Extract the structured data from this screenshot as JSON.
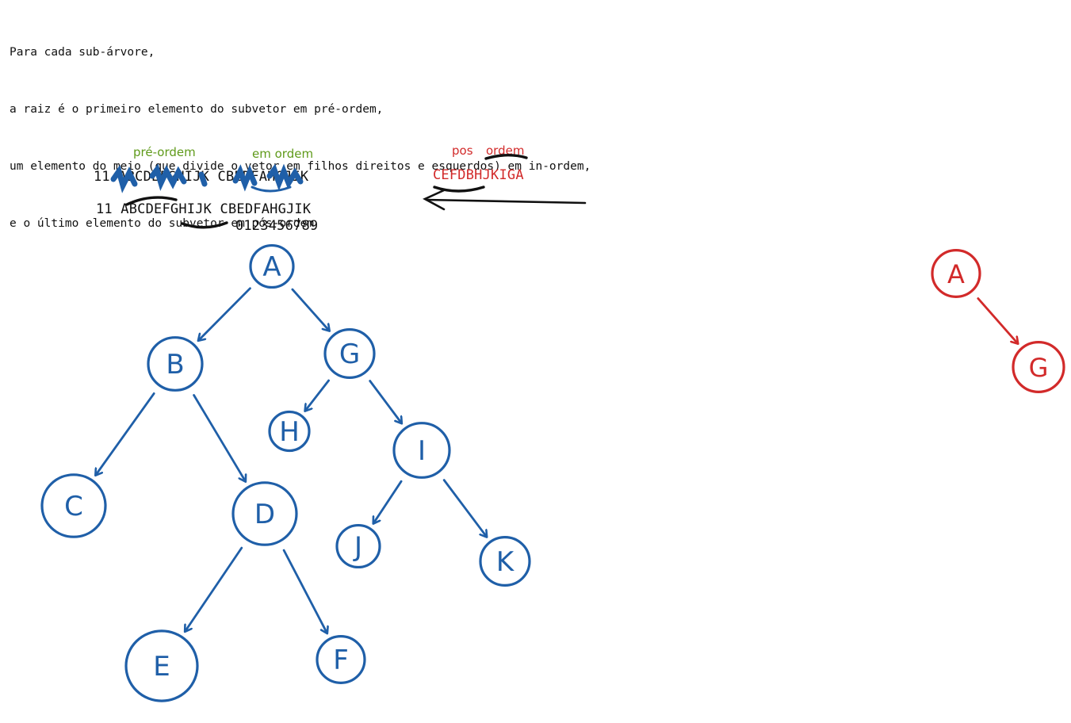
{
  "intro": {
    "lines": [
      "Para cada sub-árvore,",
      "a raiz é o primeiro elemento do subvetor em pré-ordem,",
      "um elemento do meio (que divide o vetor em filhos direitos e esquerdos) em in-ordem,",
      "e o último elemento do subvetor em pós-ordem"
    ]
  },
  "headers": {
    "preorder": "pré-ordem",
    "inorder": "em ordem",
    "postorder_a": "pos",
    "postorder_b": "ordem"
  },
  "sequences": {
    "row1": "11 ABCDEFGHIJK CBEDFAHGJIK",
    "row2": "11 ABCDEFGHIJK CBEDFAHGJIK",
    "indices": "0123456789",
    "postorder": "CEFDBHJKIGA"
  },
  "colors": {
    "blue": "#1f5fa8",
    "red": "#d22a2a",
    "green": "#5f9a1a",
    "ink": "#111111"
  },
  "tree": {
    "nodes": [
      {
        "id": "A",
        "label": "A"
      },
      {
        "id": "B",
        "label": "B"
      },
      {
        "id": "G",
        "label": "G"
      },
      {
        "id": "C",
        "label": "C"
      },
      {
        "id": "D",
        "label": "D"
      },
      {
        "id": "H",
        "label": "H"
      },
      {
        "id": "I",
        "label": "I"
      },
      {
        "id": "J",
        "label": "J"
      },
      {
        "id": "K",
        "label": "K"
      },
      {
        "id": "E",
        "label": "E"
      },
      {
        "id": "F",
        "label": "F"
      }
    ],
    "edges": [
      [
        "A",
        "B"
      ],
      [
        "A",
        "G"
      ],
      [
        "B",
        "C"
      ],
      [
        "B",
        "D"
      ],
      [
        "G",
        "H"
      ],
      [
        "G",
        "I"
      ],
      [
        "D",
        "E"
      ],
      [
        "D",
        "F"
      ],
      [
        "I",
        "J"
      ],
      [
        "I",
        "K"
      ]
    ]
  },
  "red_tree": {
    "nodes": [
      {
        "id": "A",
        "label": "A"
      },
      {
        "id": "G",
        "label": "G"
      }
    ],
    "edges": [
      [
        "A",
        "G"
      ]
    ]
  }
}
